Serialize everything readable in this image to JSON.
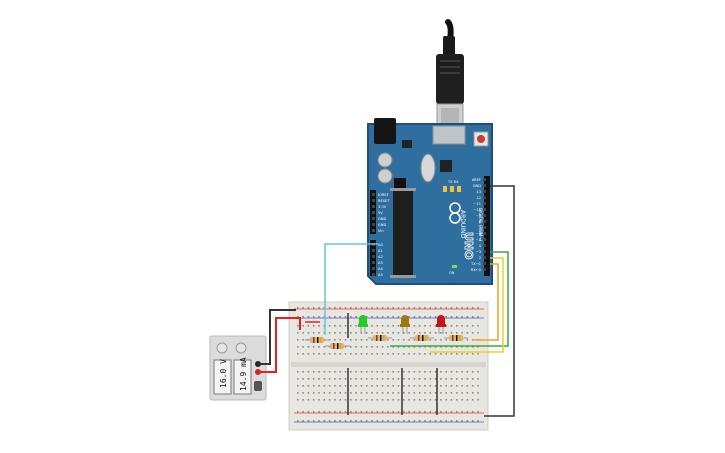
{
  "board": {
    "brand": "ARDUINO",
    "model": "UNO",
    "digital_header_label": "DIGITAL (PWM~)",
    "power_pins": [
      "IOREF",
      "RESET",
      "3.3V",
      "5V",
      "GND",
      "GND",
      "Vin"
    ],
    "analog_pins": [
      "A0",
      "A1",
      "A2",
      "A3",
      "A4",
      "A5"
    ],
    "digital_pins": [
      "AREF",
      "GND",
      "13",
      "12",
      "~11",
      "~10",
      "~9",
      "8",
      "7",
      "~6",
      "~5",
      "4",
      "~3",
      "2",
      "TX→1",
      "RX←0"
    ],
    "status_leds": [
      "L",
      "TX",
      "RX"
    ],
    "power_led": "ON"
  },
  "power_supply": {
    "voltage_display": "16.0 V",
    "current_display": "14.9 mA"
  },
  "leds": [
    {
      "name": "led-green",
      "color": "#22cc22"
    },
    {
      "name": "led-yellow",
      "color": "#9a7a10"
    },
    {
      "name": "led-red",
      "color": "#c4161c"
    }
  ],
  "wire_colors": {
    "black": "#333333",
    "red": "#e8201d",
    "cyan": "#5ec8d8",
    "green": "#3aa83a",
    "yellow": "#e8d22b",
    "orange": "#f2a12a"
  },
  "colors": {
    "board_blue": "#2f6fa0",
    "board_dark": "#1d4f78",
    "breadboard": "#e8e6e1",
    "psu_body": "#dcdcdc"
  }
}
